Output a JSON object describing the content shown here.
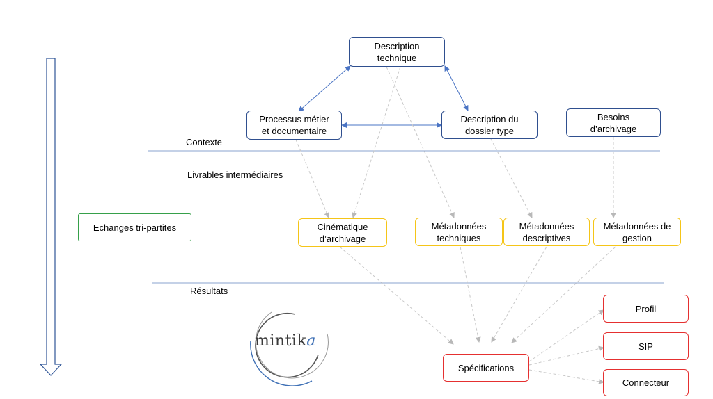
{
  "nodes": {
    "description_technique": "Description\ntechnique",
    "processus_metier": "Processus métier\net documentaire",
    "description_dossier": "Description du\ndossier type",
    "besoins_archivage": "Besoins\nd’archivage",
    "cinematique": "Cinématique\nd’archivage",
    "metadonnees_techniques": "Métadonnées\ntechniques",
    "metadonnees_descriptives": "Métadonnées\ndescriptives",
    "metadonnees_gestion": "Métadonnées de\ngestion",
    "echanges": "Echanges tri-partites",
    "specifications": "Spécifications",
    "profil": "Profil",
    "sip": "SIP",
    "connecteur": "Connecteur"
  },
  "sections": {
    "contexte": "Contexte",
    "livrables": "Livrables intermédiaires",
    "resultats": "Résultats"
  },
  "logo": {
    "text_main": "mintik",
    "text_accent": "a"
  },
  "colors": {
    "blue_border": "#2f4f8f",
    "yellow_border": "#f5c518",
    "green_border": "#36a04a",
    "red_border": "#e53030",
    "arrow_blue": "#4a74c4",
    "arrow_dashed": "#c8c8c8",
    "divider": "#8aa3cf"
  }
}
